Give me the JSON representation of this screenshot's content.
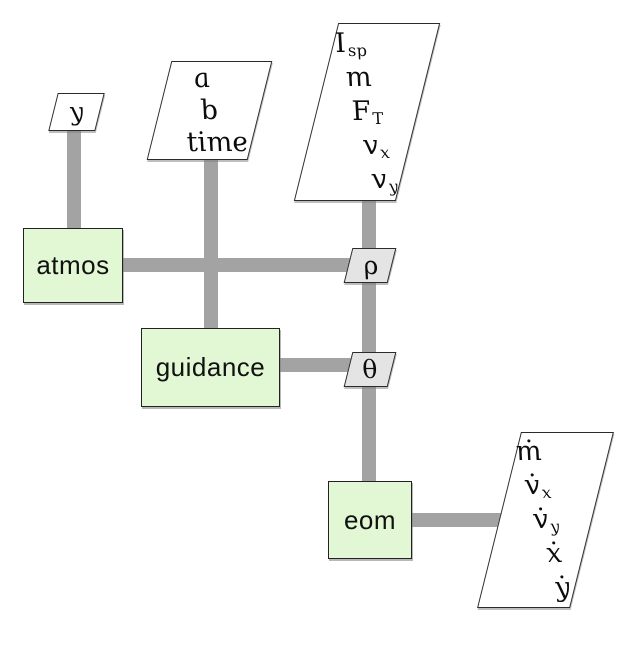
{
  "colors": {
    "canvas_bg": "#ffffff",
    "component_fill": "#e2f7d3",
    "component_border": "#222222",
    "data_fill": "#ffffff",
    "small_data_fill": "#e4e4e4",
    "data_border": "#2b2b2b",
    "connection": "#a3a3a3"
  },
  "components": {
    "atmos": {
      "label": "atmos"
    },
    "guidance": {
      "label": "guidance"
    },
    "eom": {
      "label": "eom"
    }
  },
  "data_nodes": {
    "y": {
      "lines": [
        {
          "base": "y"
        }
      ]
    },
    "ab_time": {
      "lines": [
        {
          "base": "a"
        },
        {
          "base": "b"
        },
        {
          "base": "time"
        }
      ]
    },
    "eom_inputs": {
      "lines": [
        {
          "base": "I",
          "sub": "sp"
        },
        {
          "base": "m"
        },
        {
          "base": "F",
          "sub": "T"
        },
        {
          "base": "v",
          "sub": "x"
        },
        {
          "base": "v",
          "sub": "y"
        }
      ]
    },
    "rho": {
      "lines": [
        {
          "base": "ρ"
        }
      ]
    },
    "theta": {
      "lines": [
        {
          "base": "θ"
        }
      ]
    },
    "eom_outputs": {
      "lines": [
        {
          "base": "ṁ"
        },
        {
          "base": "v̇",
          "sub": "x"
        },
        {
          "base": "v̇",
          "sub": "y"
        },
        {
          "base": "ẋ"
        },
        {
          "base": "ẏ"
        }
      ]
    }
  }
}
